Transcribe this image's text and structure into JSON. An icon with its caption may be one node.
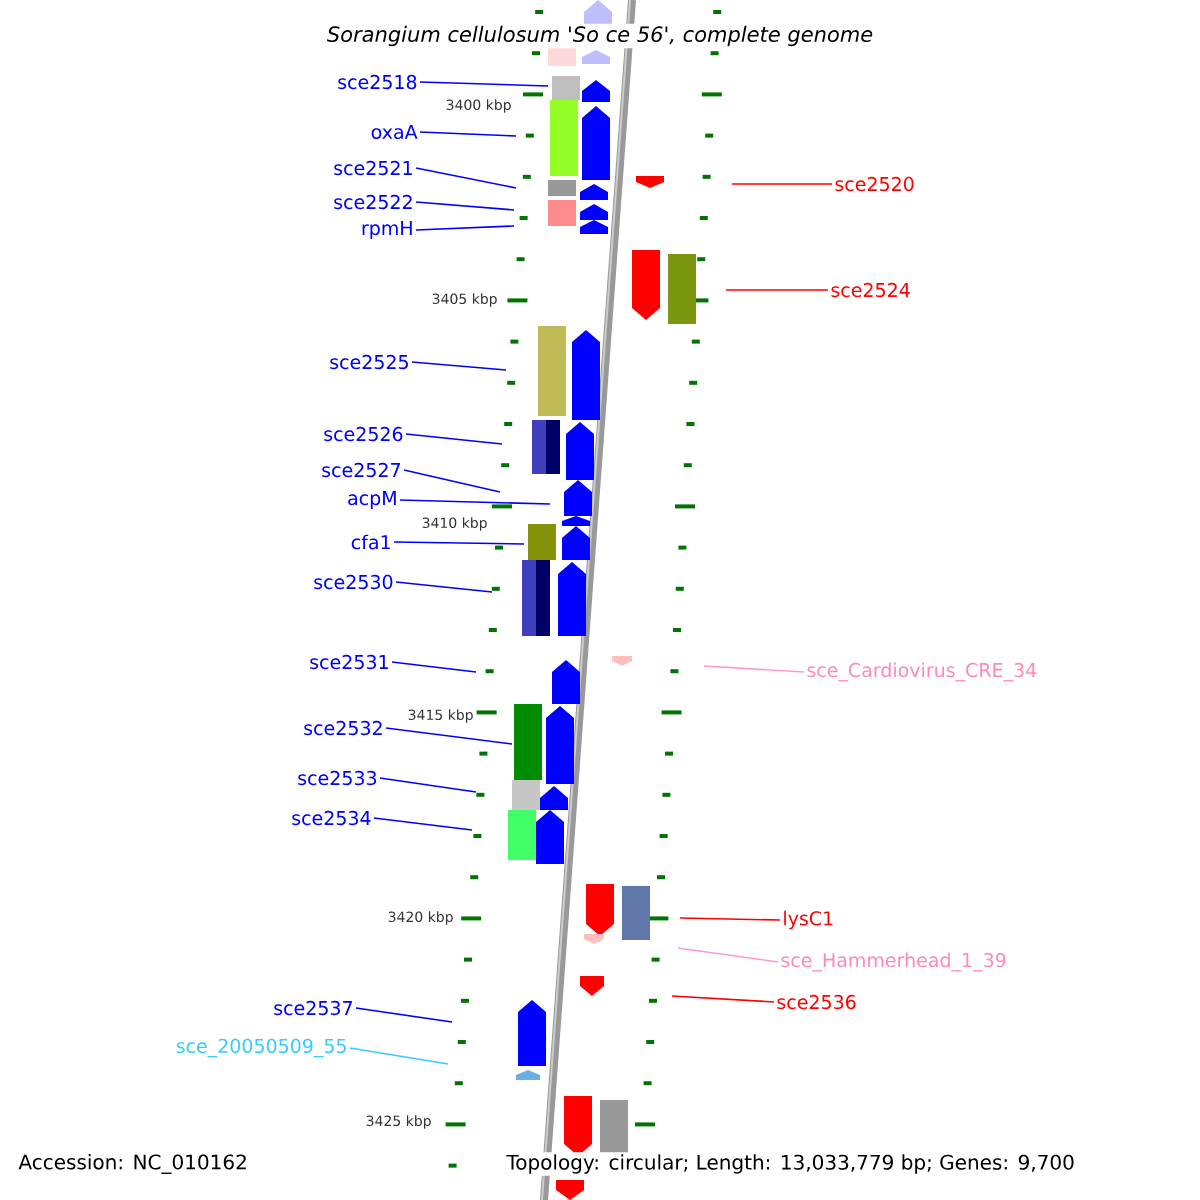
{
  "diagram": {
    "title": "Sorangium cellulosum 'So ce 56', complete genome",
    "nodes": [
      {
        "text": [
          "sce2518"
        ]
      },
      {
        "text": [
          "oxaA"
        ]
      },
      {
        "text": [
          "sce2521"
        ]
      },
      {
        "text": [
          "sce2522"
        ]
      },
      {
        "text": [
          "rpmH"
        ]
      },
      {
        "text": [
          "sce2525"
        ]
      },
      {
        "text": [
          "sce2526"
        ]
      },
      {
        "text": [
          "sce2527"
        ]
      },
      {
        "text": [
          "acpM"
        ]
      },
      {
        "text": [
          "cfa1"
        ]
      },
      {
        "text": [
          "sce2530"
        ]
      },
      {
        "text": [
          "sce2531"
        ]
      },
      {
        "text": [
          "sce2532"
        ]
      },
      {
        "text": [
          "sce2533"
        ]
      },
      {
        "text": [
          "sce2534"
        ]
      },
      {
        "text": [
          "sce2537"
        ]
      },
      {
        "text": [
          "sce_20050509_55"
        ]
      },
      {
        "text": [
          "sce2520"
        ]
      },
      {
        "text": [
          "sce2524"
        ]
      },
      {
        "text": [
          "sce_Cardiovirus_CRE_34"
        ]
      },
      {
        "text": [
          "lysC1"
        ]
      },
      {
        "text": [
          "sce_Hammerhead_1_39"
        ]
      },
      {
        "text": [
          "sce2536"
        ]
      }
    ],
    "edges": [
      {
        "from": 0,
        "to": null,
        "arrow": "none"
      },
      {
        "from": 1,
        "to": null,
        "arrow": "none"
      },
      {
        "from": 2,
        "to": null,
        "arrow": "none"
      },
      {
        "from": 3,
        "to": null,
        "arrow": "none"
      },
      {
        "from": 4,
        "to": null,
        "arrow": "none"
      },
      {
        "from": 5,
        "to": null,
        "arrow": "none"
      },
      {
        "from": 6,
        "to": null,
        "arrow": "none"
      },
      {
        "from": 7,
        "to": null,
        "arrow": "none"
      },
      {
        "from": 8,
        "to": null,
        "arrow": "none"
      },
      {
        "from": 9,
        "to": null,
        "arrow": "none"
      },
      {
        "from": 10,
        "to": null,
        "arrow": "none"
      },
      {
        "from": 11,
        "to": null,
        "arrow": "none"
      },
      {
        "from": 12,
        "to": null,
        "arrow": "none"
      },
      {
        "from": 13,
        "to": null,
        "arrow": "none"
      },
      {
        "from": 14,
        "to": null,
        "arrow": "none"
      },
      {
        "from": 15,
        "to": null,
        "arrow": "none"
      },
      {
        "from": 16,
        "to": null,
        "arrow": "none",
        "color": "#33ccff"
      },
      {
        "from": 17,
        "to": null,
        "arrow": "none",
        "color": "#ff0000"
      },
      {
        "from": 18,
        "to": null,
        "arrow": "none",
        "color": "#ff0000"
      },
      {
        "from": 19,
        "to": null,
        "arrow": "none",
        "color": "#ff99cc"
      },
      {
        "from": 20,
        "to": null,
        "arrow": "none",
        "color": "#ff0000"
      },
      {
        "from": 21,
        "to": null,
        "arrow": "none",
        "color": "#ff99cc"
      },
      {
        "from": 22,
        "to": null,
        "arrow": "none",
        "color": "#ff0000"
      }
    ],
    "labels": [
      "3400 kbp",
      "3405 kbp",
      "3410 kbp",
      "3415 kbp",
      "3420 kbp",
      "3425 kbp",
      "Accession: NC_010162",
      "Topology: circular; Length: 13,033,779 bp; Genes: 9,700"
    ]
  }
}
